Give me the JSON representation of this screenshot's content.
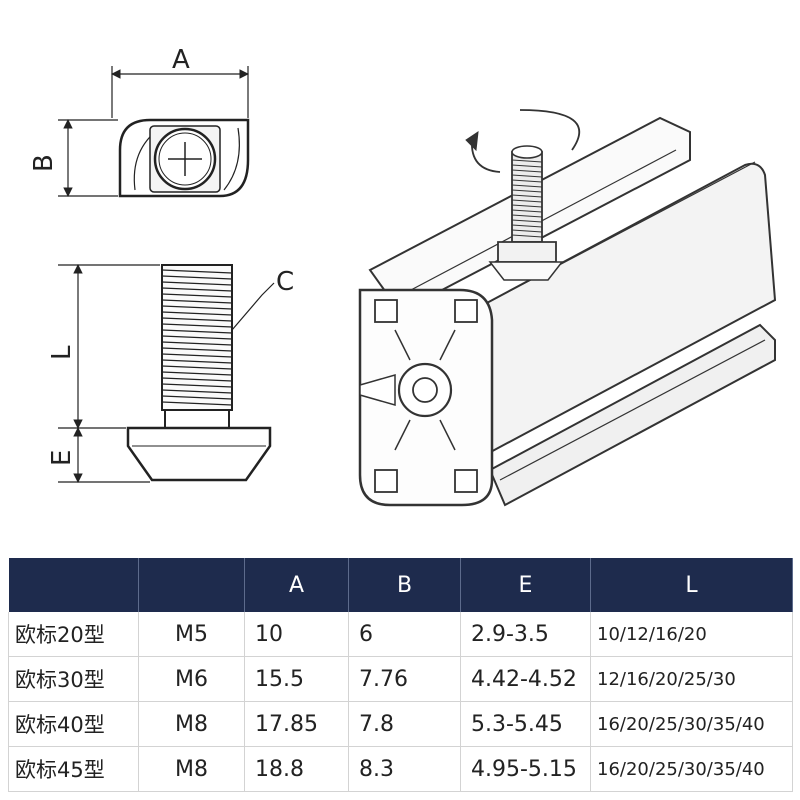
{
  "dimension_labels": {
    "a": "A",
    "b": "B",
    "c": "C",
    "l": "L",
    "e": "E"
  },
  "table": {
    "headers": [
      "",
      "",
      "A",
      "B",
      "E",
      "L"
    ],
    "rows": [
      {
        "model": "欧标20型",
        "thread": "M5",
        "a": "10",
        "b": "6",
        "e": "2.9-3.5",
        "l": "10/12/16/20"
      },
      {
        "model": "欧标30型",
        "thread": "M6",
        "a": "15.5",
        "b": "7.76",
        "e": "4.42-4.52",
        "l": "12/16/20/25/30"
      },
      {
        "model": "欧标40型",
        "thread": "M8",
        "a": "17.85",
        "b": "7.8",
        "e": "5.3-5.45",
        "l": "16/20/25/30/35/40"
      },
      {
        "model": "欧标45型",
        "thread": "M8",
        "a": "18.8",
        "b": "8.3",
        "e": "4.95-5.15",
        "l": "16/20/25/30/35/40"
      }
    ]
  },
  "colors": {
    "header_bg": "#1e2b4d",
    "header_text": "#ffffff",
    "line": "#222222"
  },
  "icons": [
    "top-view-drawing",
    "side-view-drawing",
    "profile-assembly-drawing"
  ]
}
